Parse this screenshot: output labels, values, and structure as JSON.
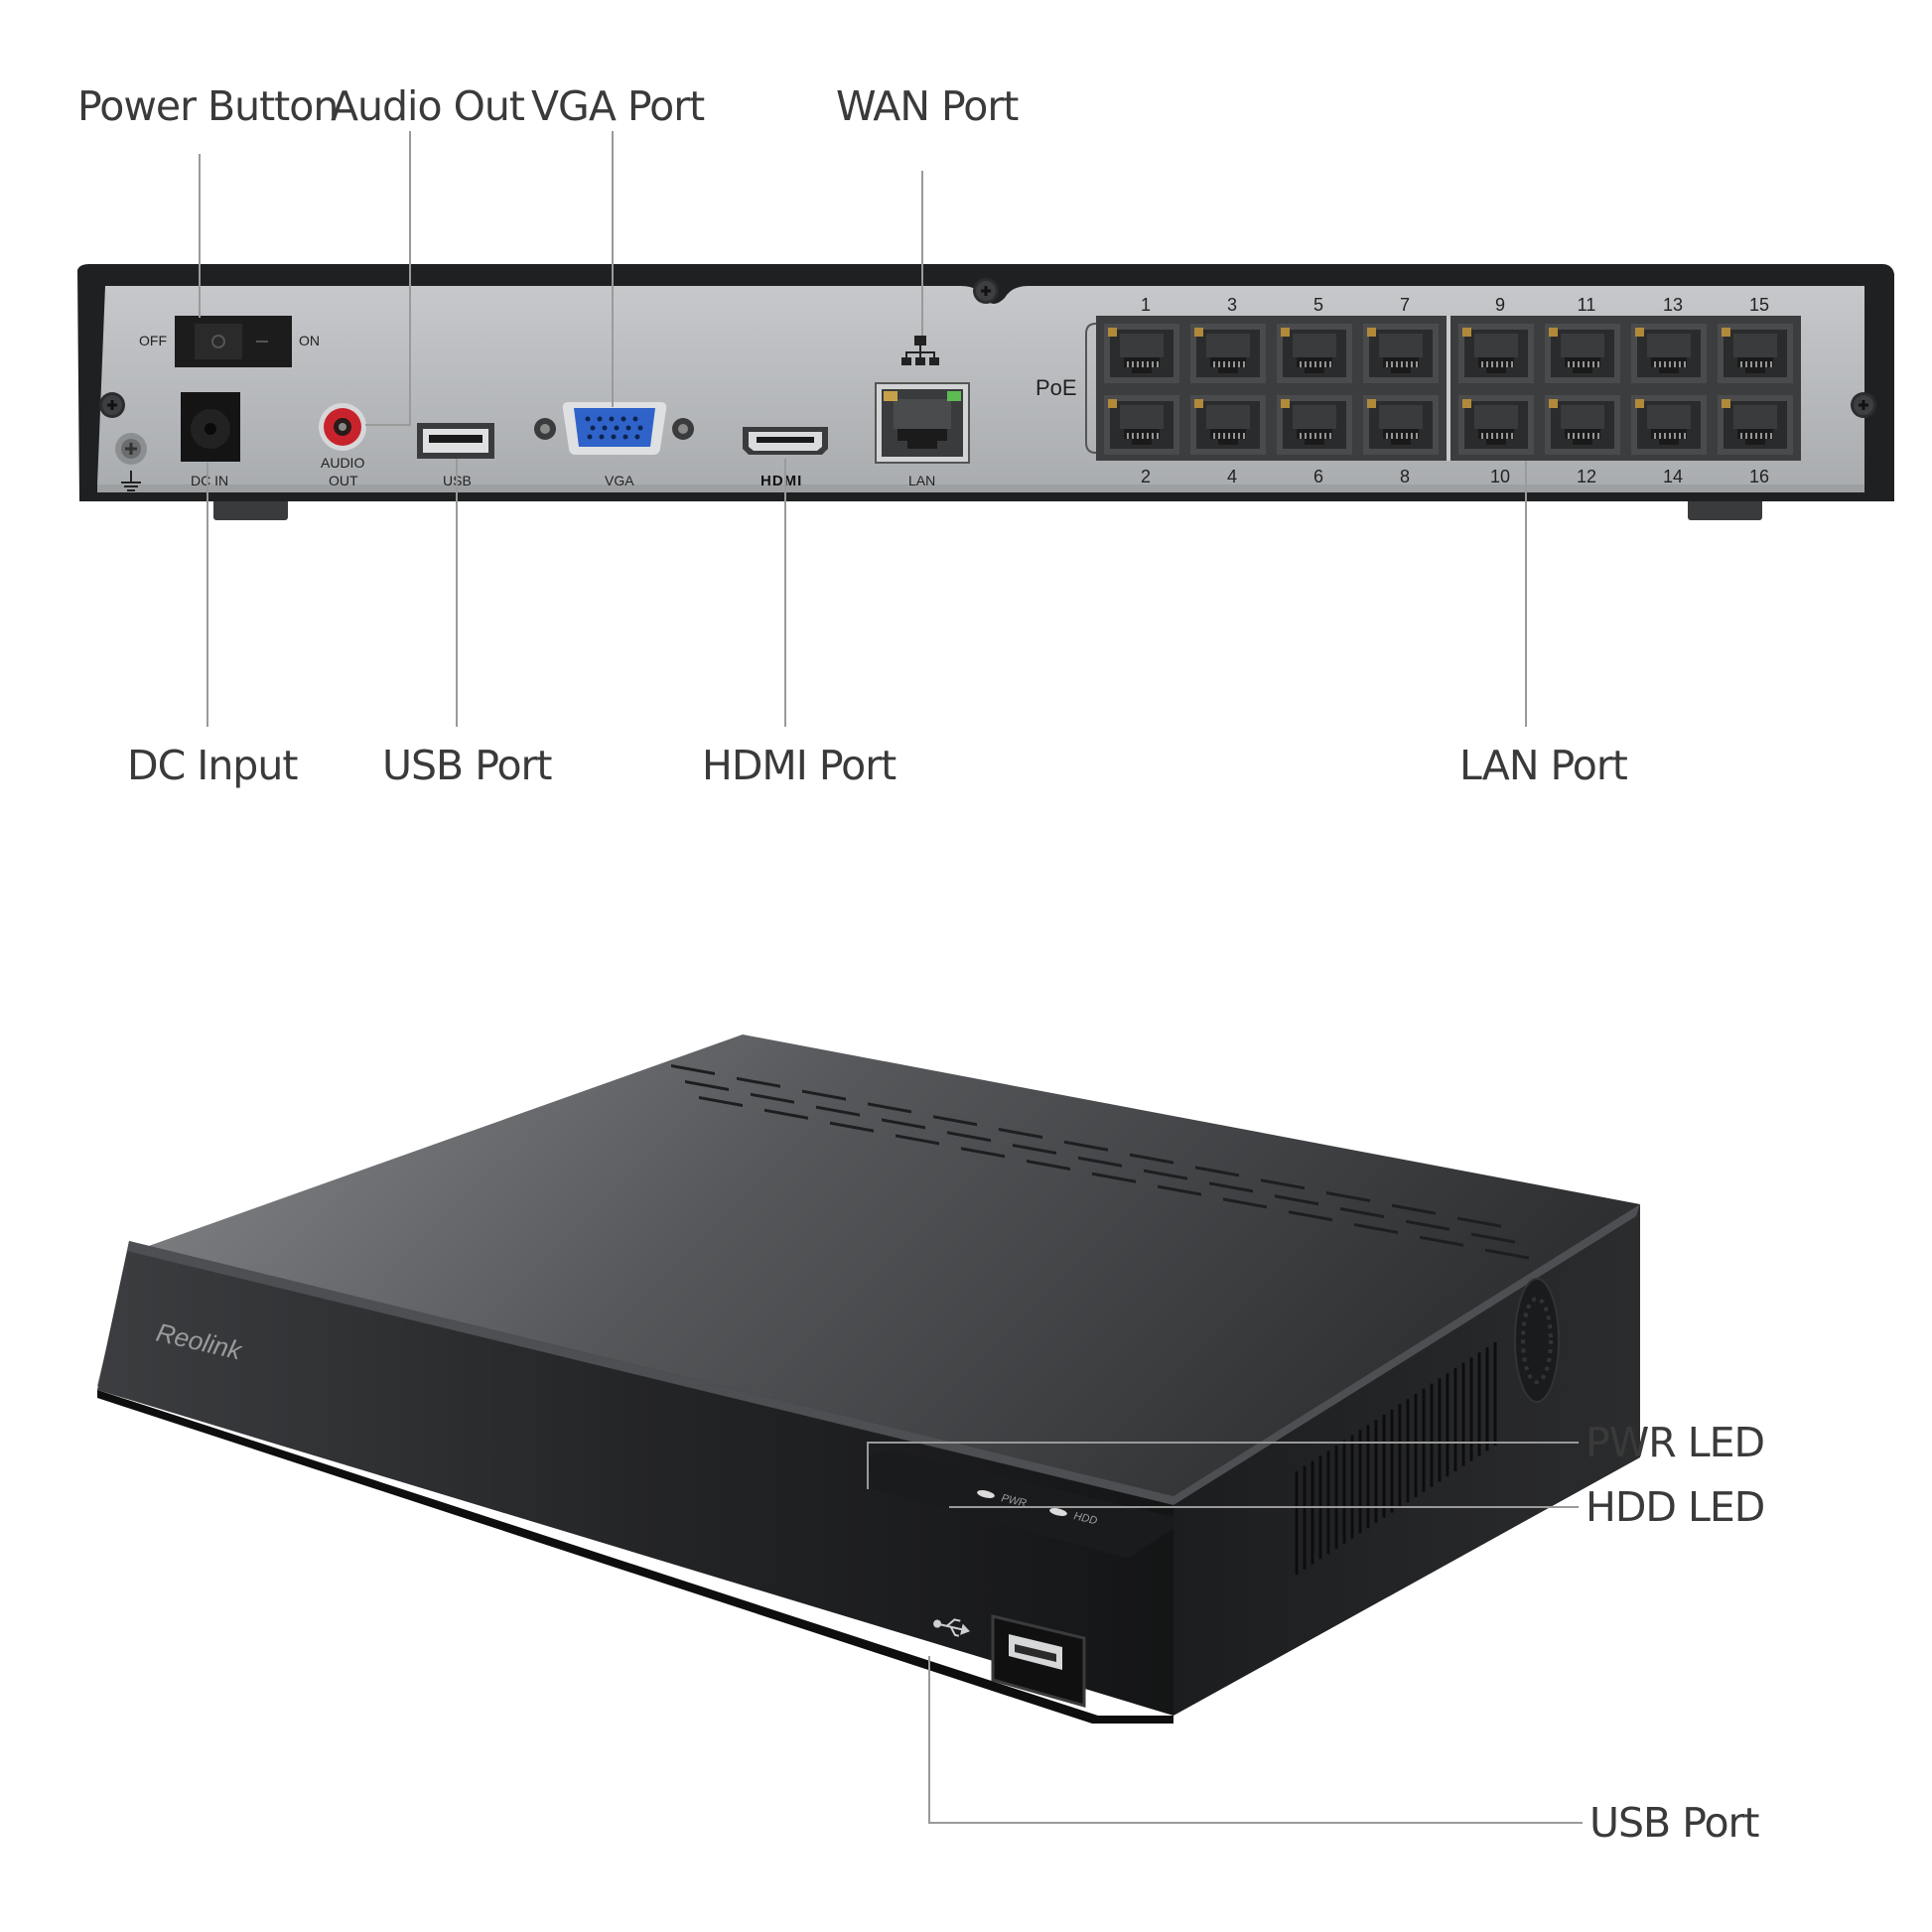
{
  "rear_view": {
    "callouts": {
      "power_button": "Power Button",
      "audio_out": "Audio Out",
      "vga_port": "VGA Port",
      "wan_port": "WAN Port",
      "dc_input": "DC Input",
      "usb_port": "USB Port",
      "hdmi_port": "HDMI Port",
      "lan_port": "LAN Port"
    },
    "panel_labels": {
      "off": "OFF",
      "on": "ON",
      "dc_in": "DC IN",
      "audio": "AUDIO",
      "out": "OUT",
      "usb": "USB",
      "vga": "VGA",
      "hdmi": "HDMI",
      "lan": "LAN",
      "poe": "PoE"
    },
    "poe_ports_top": [
      "1",
      "3",
      "5",
      "7",
      "9",
      "11",
      "13",
      "15"
    ],
    "poe_ports_bottom": [
      "2",
      "4",
      "6",
      "8",
      "10",
      "12",
      "14",
      "16"
    ]
  },
  "front_view": {
    "brand": "Reolink",
    "led_labels": {
      "pwr": "PWR",
      "hdd": "HDD"
    },
    "callouts": {
      "pwr_led": "PWR LED",
      "hdd_led": "HDD LED",
      "usb_port": "USB Port"
    }
  },
  "colors": {
    "chassis_dark": "#1f2022",
    "panel_silver": "#b9bcbf",
    "vga_blue": "#2f63c9",
    "audio_red": "#c8232c",
    "leader": "#9a9a9a",
    "callout_text": "#3a3a3a"
  }
}
